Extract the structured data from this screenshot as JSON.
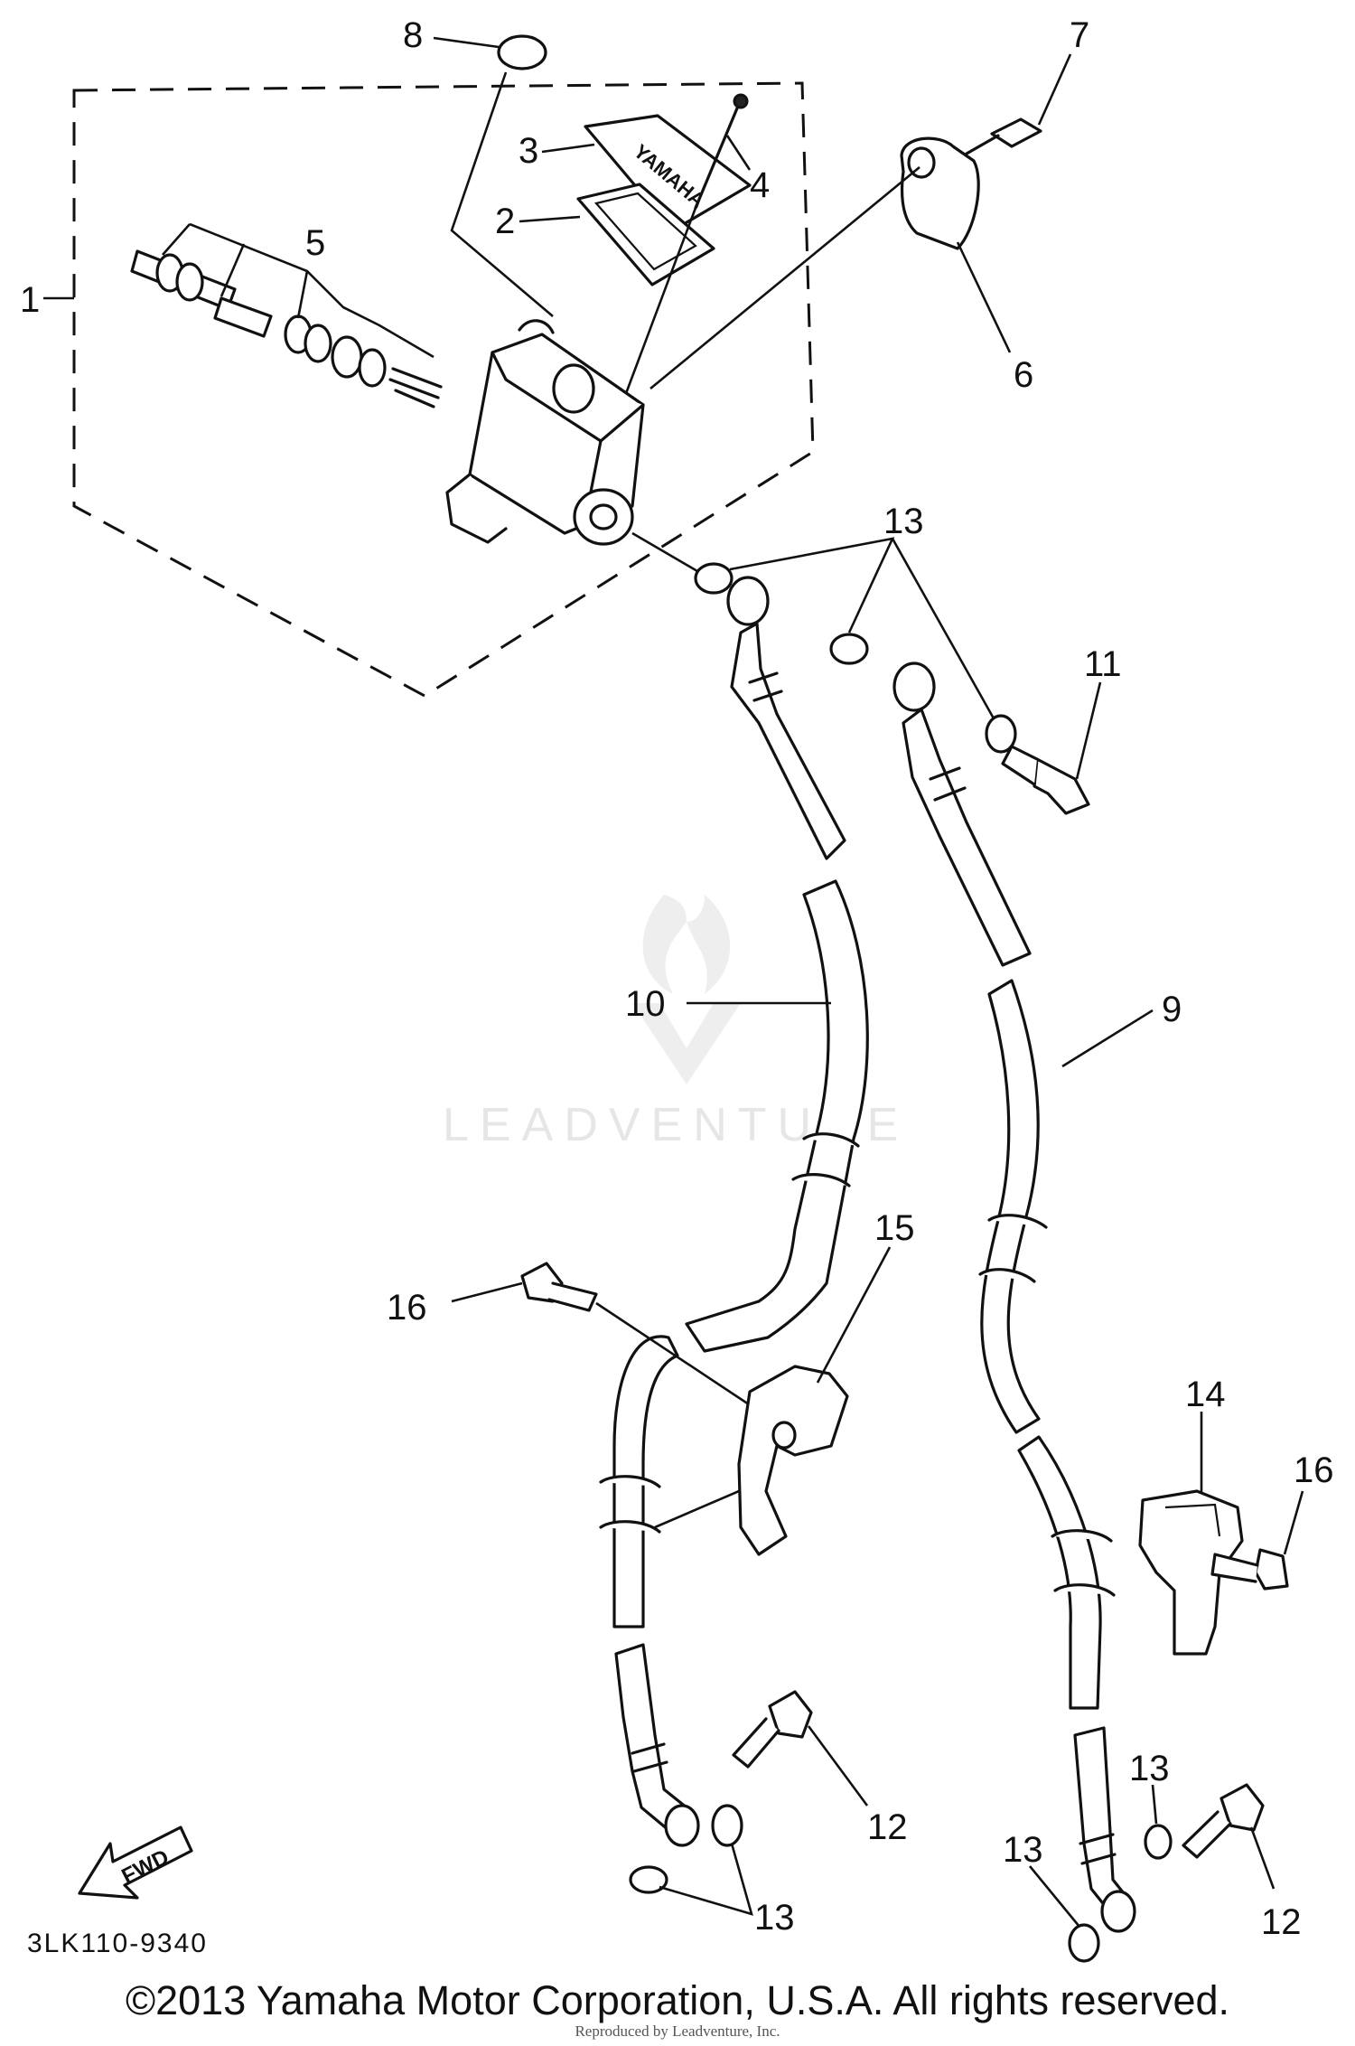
{
  "diagram_code": "3LK110-9340",
  "watermark": "LEADVENTURE",
  "fwd_label": "FWD",
  "reservoir_brand": "YAMAHA",
  "copyright": "©2013 Yamaha Motor Corporation, U.S.A. All rights reserved.",
  "reproduced_by": "Reproduced by Leadventure, Inc.",
  "callouts": {
    "c1": "1",
    "c2": "2",
    "c3": "3",
    "c4": "4",
    "c5": "5",
    "c6": "6",
    "c7": "7",
    "c8": "8",
    "c9": "9",
    "c10": "10",
    "c11": "11",
    "c12a": "12",
    "c12b": "12",
    "c13a": "13",
    "c13b": "13",
    "c13c": "13",
    "c13d": "13",
    "c14": "14",
    "c15": "15",
    "c16a": "16",
    "c16b": "16"
  }
}
